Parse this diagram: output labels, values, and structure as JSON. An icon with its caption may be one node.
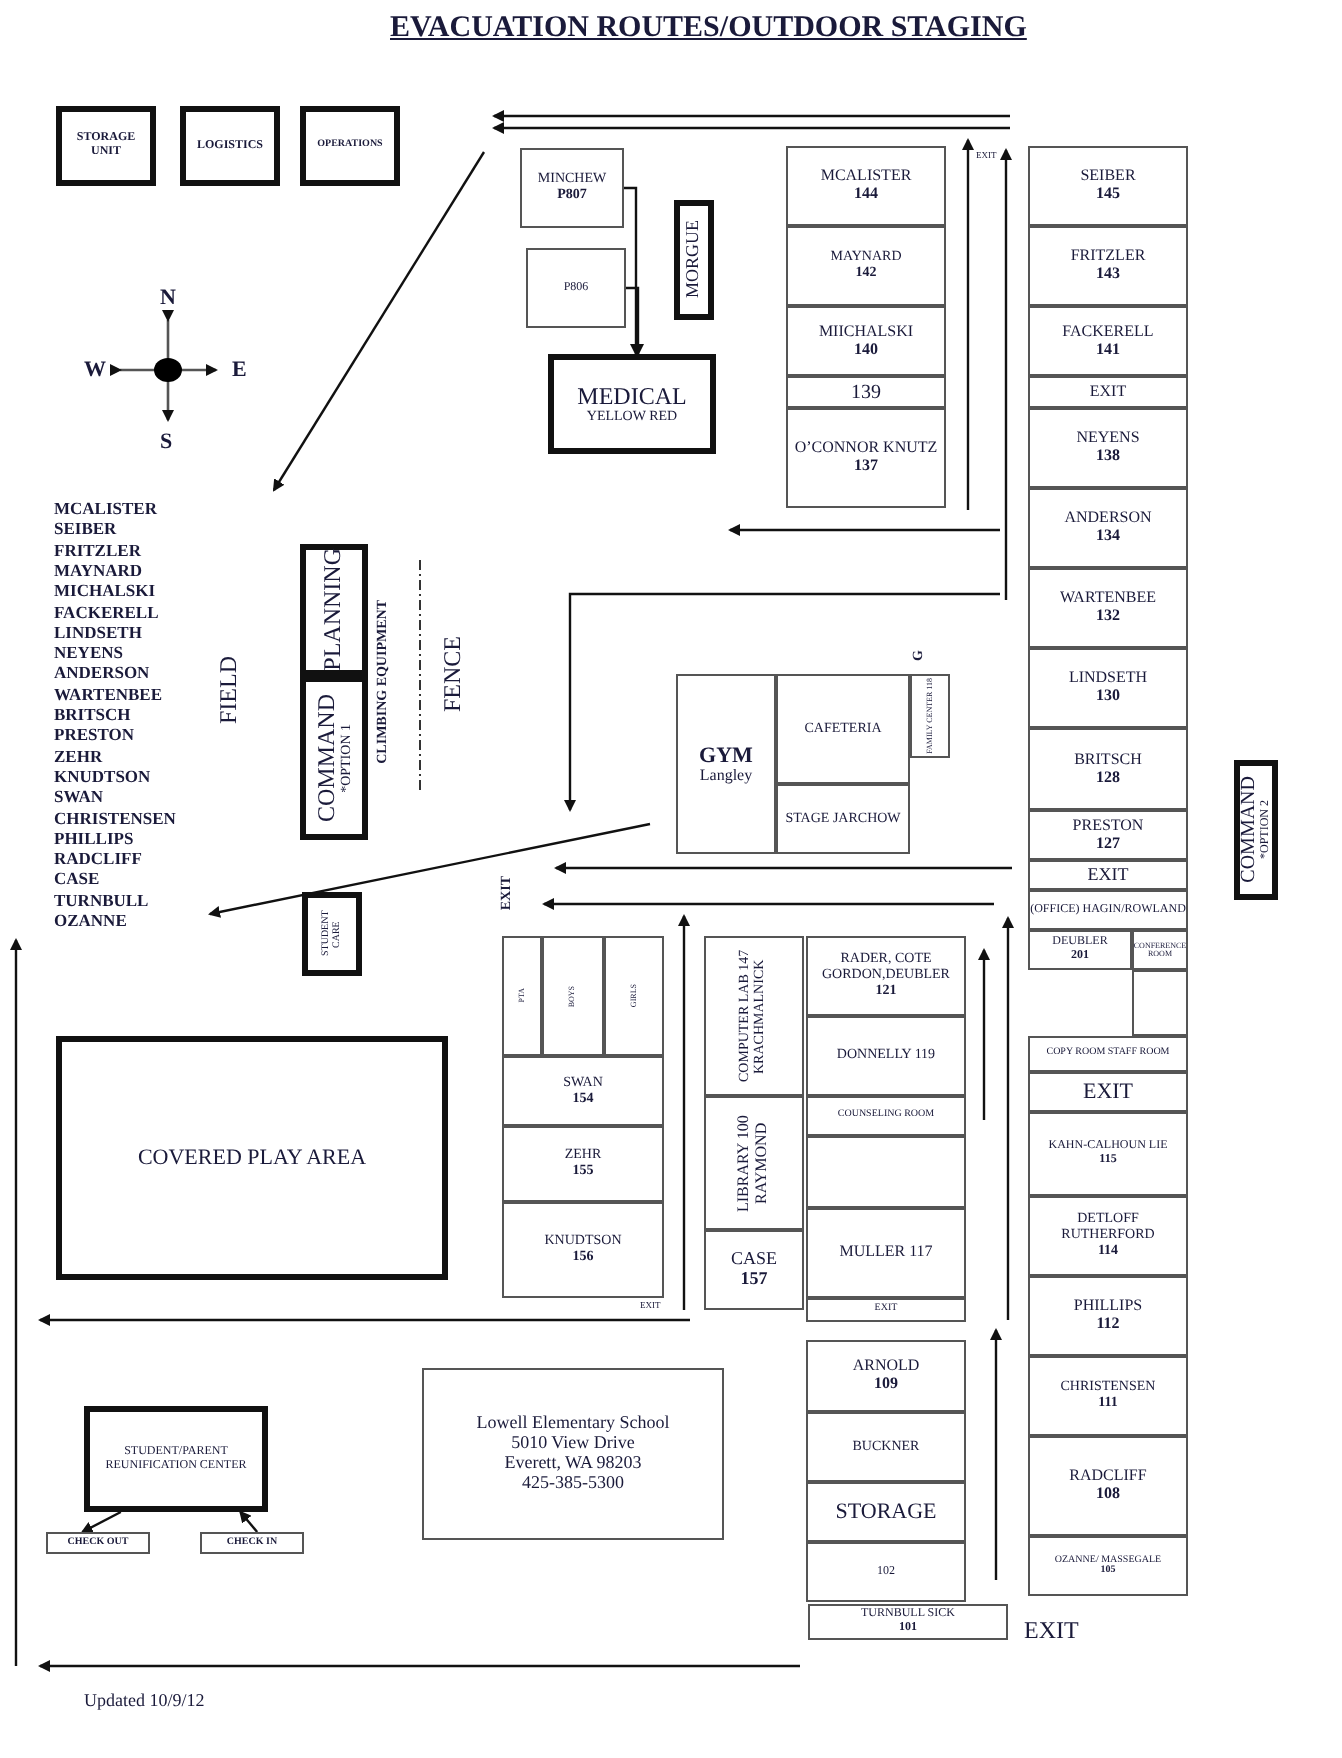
{
  "diagram": {
    "title": "EVACUATION ROUTES/OUTDOOR STAGING",
    "nodes": [
      {
        "text": [
          "STORAGE UNIT"
        ]
      },
      {
        "text": [
          "LOGISTICS"
        ]
      },
      {
        "text": [
          "OPERATIONS"
        ]
      },
      {
        "text": [
          "MINCHEW",
          "P807"
        ]
      },
      {
        "text": [
          "P806"
        ]
      },
      {
        "text": [
          "MORGUE"
        ]
      },
      {
        "text": [
          "MEDICAL",
          "YELLOW RED"
        ]
      },
      {
        "text": [
          "MCALISTER",
          "144"
        ]
      },
      {
        "text": [
          "MAYNARD",
          "142"
        ]
      },
      {
        "text": [
          "MIICHALSKI",
          "140"
        ]
      },
      {
        "text": [
          "139"
        ]
      },
      {
        "text": [
          "O’CONNOR KNUTZ",
          "137"
        ]
      },
      {
        "text": [
          "SEIBER",
          "145"
        ]
      },
      {
        "text": [
          "FRITZLER",
          "143"
        ]
      },
      {
        "text": [
          "FACKERELL",
          "141"
        ]
      },
      {
        "text": [
          "EXIT"
        ]
      },
      {
        "text": [
          "NEYENS",
          "138"
        ]
      },
      {
        "text": [
          "ANDERSON",
          "134"
        ]
      },
      {
        "text": [
          "WARTENBEE",
          "132"
        ]
      },
      {
        "text": [
          "LINDSETH",
          "130"
        ]
      },
      {
        "text": [
          "BRITSCH",
          "128"
        ]
      },
      {
        "text": [
          "PRESTON",
          "127"
        ]
      },
      {
        "text": [
          "EXIT"
        ]
      },
      {
        "text": [
          "(OFFICE) HAGIN/ROWLAND"
        ]
      },
      {
        "text": [
          "DEUBLER",
          "201"
        ]
      },
      {
        "text": [
          "CONFERENCE ROOM"
        ]
      },
      {
        "text": [],
        "shape": "box"
      },
      {
        "text": [
          "COPY ROOM STAFF ROOM"
        ]
      },
      {
        "text": [
          "EXIT"
        ]
      },
      {
        "text": [
          "KAHN-CALHOUN LIE",
          "115"
        ]
      },
      {
        "text": [
          "DETLOFF RUTHERFORD",
          "114"
        ]
      },
      {
        "text": [
          "PHILLIPS",
          "112"
        ]
      },
      {
        "text": [
          "CHRISTENSEN",
          "111"
        ]
      },
      {
        "text": [
          "RADCLIFF",
          "108"
        ]
      },
      {
        "text": [
          "OZANNE/ MASSEGALE",
          "105"
        ]
      },
      {
        "text": [
          "RADER, COTE GORDON,DEUBLER",
          "121"
        ]
      },
      {
        "text": [
          "DONNELLY 119"
        ]
      },
      {
        "text": [
          "COUNSELING ROOM"
        ]
      },
      {
        "text": [],
        "shape": "box"
      },
      {
        "text": [
          "MULLER 117"
        ]
      },
      {
        "text": [
          "EXIT"
        ]
      },
      {
        "text": [
          "ARNOLD",
          "109"
        ]
      },
      {
        "text": [
          "BUCKNER"
        ]
      },
      {
        "text": [
          "STORAGE"
        ]
      },
      {
        "text": [
          "102"
        ]
      },
      {
        "text": [
          "TURNBULL SICK",
          "101"
        ]
      },
      {
        "text": [
          "PTA"
        ]
      },
      {
        "text": [
          "BOYS"
        ]
      },
      {
        "text": [
          "GIRLS"
        ]
      },
      {
        "text": [
          "SWAN",
          "154"
        ]
      },
      {
        "text": [
          "ZEHR",
          "155"
        ]
      },
      {
        "text": [
          "KNUDTSON",
          "156"
        ]
      },
      {
        "text": [
          "COMPUTER LAB 147 KRACHMALNICK"
        ]
      },
      {
        "text": [
          "LIBRARY 100 RAYMOND"
        ]
      },
      {
        "text": [
          "CASE",
          "157"
        ]
      },
      {
        "text": [
          "GYM",
          "Langley"
        ]
      },
      {
        "text": [
          "CAFETERIA"
        ]
      },
      {
        "text": [
          "FAMILY CENTER 118"
        ]
      },
      {
        "text": [
          "STAGE JARCHOW"
        ]
      },
      {
        "text": [
          "PLANNING"
        ]
      },
      {
        "text": [
          "COMMAND",
          "*OPTION 1"
        ]
      },
      {
        "text": [
          "COMMAND",
          "*OPTION 2"
        ]
      },
      {
        "text": [
          "STUDENT CARE"
        ]
      },
      {
        "text": [
          "COVERED PLAY AREA"
        ]
      },
      {
        "text": [
          "STUDENT/PARENT REUNIFICATION CENTER"
        ]
      },
      {
        "text": [
          "CHECK OUT"
        ]
      },
      {
        "text": [
          "CHECK IN"
        ]
      },
      {
        "text": [
          "Lowell Elementary School",
          "5010 View Drive",
          "Everett, WA  98203",
          "425-385-5300"
        ]
      }
    ],
    "edges": [
      {
        "from": 3,
        "to": 6,
        "arrow": "to"
      },
      {
        "from": 4,
        "to": 6,
        "arrow": "to"
      },
      {
        "from": 64,
        "to": 65,
        "arrow": "to"
      },
      {
        "from": 66,
        "to": 64,
        "arrow": "to"
      }
    ],
    "labels": [
      "N",
      "W",
      "E",
      "S",
      "EXIT",
      "MCALISTER",
      "SEIBER",
      "FRITZLER",
      "MAYNARD",
      "MICHALSKI",
      "FACKERELL",
      "LINDSETH",
      "NEYENS",
      "ANDERSON",
      "WARTENBEE",
      "BRITSCH",
      "PRESTON",
      "ZEHR",
      "KNUDTSON",
      "SWAN",
      "CHRISTENSEN",
      "PHILLIPS",
      "RADCLIFF",
      "CASE",
      "TURNBULL",
      "OZANNE",
      "FIELD",
      "CLIMBING EQUIPMENT",
      "FENCE",
      "G",
      "EXIT",
      "EXIT",
      "EXIT",
      "Updated  10/9/12"
    ]
  }
}
